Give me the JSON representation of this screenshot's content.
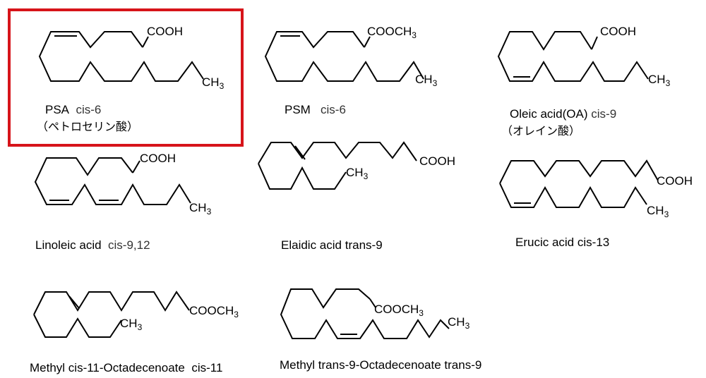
{
  "highlight_color": "#d7141a",
  "compounds": [
    {
      "id": "psa",
      "name": "PSA",
      "isomer": "cis-6",
      "note": "（ペトロセリン酸）",
      "groups": [
        "COOH",
        "CH3"
      ]
    },
    {
      "id": "psm",
      "name": "PSM",
      "isomer": "cis-6",
      "groups": [
        "COOCH3",
        "CH3"
      ]
    },
    {
      "id": "oa",
      "name": "Oleic acid(OA)",
      "isomer": "cis-9",
      "note": "（オレイン酸）",
      "groups": [
        "COOH",
        "CH3"
      ]
    },
    {
      "id": "linoleic",
      "name": "Linoleic acid",
      "isomer": "cis-9,12",
      "groups": [
        "COOH",
        "CH3"
      ]
    },
    {
      "id": "elaidic",
      "name": "Elaidic acid",
      "isomer": "trans-9",
      "groups": [
        "COOH",
        "CH3"
      ]
    },
    {
      "id": "erucic",
      "name": "Erucic acid",
      "isomer": "cis-13",
      "groups": [
        "COOH",
        "CH3"
      ]
    },
    {
      "id": "methyl-cis11",
      "name": "Methyl cis-11-Octadecenoate",
      "isomer": "cis-11",
      "groups": [
        "COOCH3",
        "CH3"
      ]
    },
    {
      "id": "methyl-trans9",
      "name": "Methyl trans-9-Octadecenoate",
      "isomer": "trans-9",
      "groups": [
        "COOCH3",
        "CH3"
      ]
    }
  ]
}
